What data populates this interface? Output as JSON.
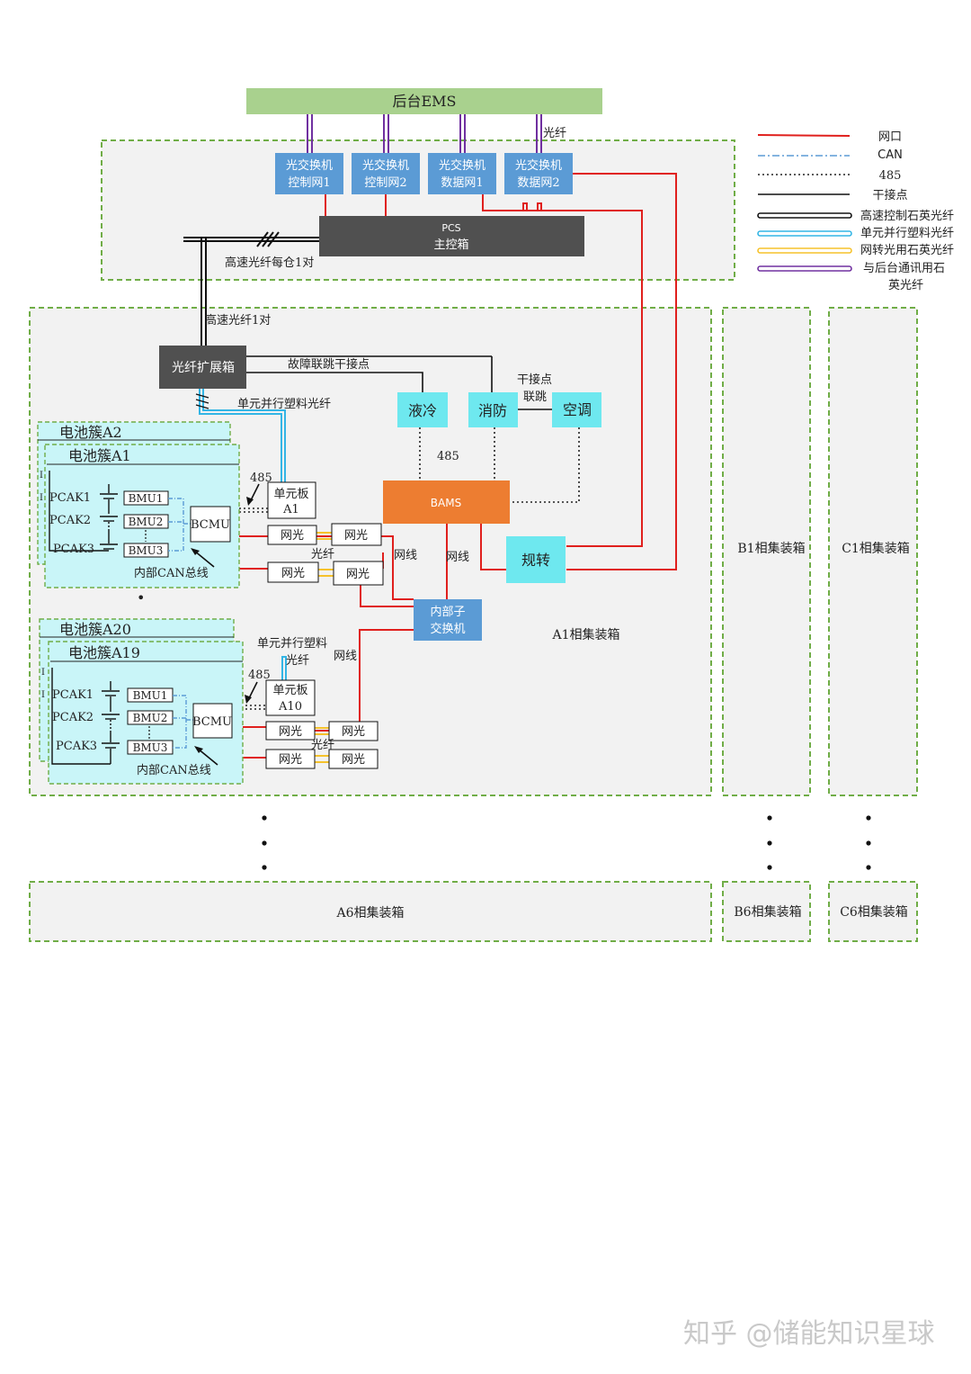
{
  "colors": {
    "ems": "#a9d18e",
    "switch": "#5b9bd5",
    "pcs": "#505050",
    "expander": "#505050",
    "bams": "#ed7d31",
    "device": "#6ee8ef",
    "cluster": "#c9f5f8",
    "container_dash": "#70ad47",
    "container_fill": "#f2f2f2",
    "net": "#e0201d",
    "can": "#5b9bd5",
    "rs485": "#222222",
    "dry": "#111111",
    "fiber_ctrl": "#111111",
    "fiber_unit": "#33b5e5",
    "fiber_net": "#f6c22b",
    "fiber_ems": "#7030a0"
  },
  "ems": {
    "label": "后台EMS"
  },
  "switches": [
    {
      "line1": "光交换机",
      "line2": "控制网1"
    },
    {
      "line1": "光交换机",
      "line2": "控制网2"
    },
    {
      "line1": "光交换机",
      "line2": "数据网1"
    },
    {
      "line1": "光交换机",
      "line2": "数据网2"
    }
  ],
  "pcs": {
    "line1": "PCS",
    "line2": "主控箱"
  },
  "labels": {
    "fiber_top": "光纤",
    "fiber_per_bay": "高速光纤每仓1对",
    "fiber_pair": "高速光纤1对",
    "fault_link": "故障联跳干接点",
    "unit_plastic_fiber": "单元并行塑料光纤",
    "unit_plastic_fiber_2a": "单元并行塑料",
    "unit_plastic_fiber_2b": "光纤",
    "dry_contact_1": "干接点",
    "dry_contact_2": "联跳",
    "rs485_bams": "485",
    "rs485_a1": "485",
    "rs485_a10": "485",
    "netline_1": "网线",
    "netline_2": "网线",
    "netline_3": "网线",
    "fiber_a1": "光纤",
    "fiber_a10": "光纤",
    "dot": "•",
    "edge_char_1": "I",
    "edge_char_2": "I",
    "edge_char_3": "I",
    "edge_char_4": "I"
  },
  "devices": {
    "expander": "光纤扩展箱",
    "liquid_cooling": "液冷",
    "fire": "消防",
    "ac": "空调",
    "bams": "BAMS",
    "converter": "规转",
    "inner_switch_1": "内部子",
    "inner_switch_2": "交换机"
  },
  "cluster_a": {
    "back_title": "电池簇A2",
    "title": "电池簇A1",
    "packs": [
      "PCAK1",
      "PCAK2",
      "PCAK3"
    ],
    "bmus": [
      "BMU1",
      "BMU2",
      "BMU3"
    ],
    "bcmu": "BCMU",
    "can_bus": "内部CAN总线",
    "unit_board_1": "单元板",
    "unit_board_2": "A1",
    "net_optic": "网光"
  },
  "cluster_b": {
    "back_title": "电池簇A20",
    "title": "电池簇A19",
    "packs": [
      "PCAK1",
      "PCAK2",
      "PCAK3"
    ],
    "bmus": [
      "BMU1",
      "BMU2",
      "BMU3"
    ],
    "bcmu": "BCMU",
    "can_bus": "内部CAN总线",
    "unit_board_1": "单元板",
    "unit_board_2": "A10",
    "net_optic": "网光"
  },
  "containers": {
    "a1": "A1相集装箱",
    "b1": "B1相集装箱",
    "c1": "C1相集装箱",
    "a6": "A6相集装箱",
    "b6": "B6相集装箱",
    "c6": "C6相集装箱"
  },
  "legend": [
    {
      "label": "网口",
      "style": "net"
    },
    {
      "label": "CAN",
      "style": "can"
    },
    {
      "label": "485",
      "style": "rs485"
    },
    {
      "label": "干接点",
      "style": "dry"
    },
    {
      "label": "高速控制石英光纤",
      "style": "fiber_ctrl"
    },
    {
      "label": "单元并行塑料光纤",
      "style": "fiber_unit"
    },
    {
      "label": "网转光用石英光纤",
      "style": "fiber_net"
    },
    {
      "label": "与后台通讯用石",
      "label2": "英光纤",
      "style": "fiber_ems"
    }
  ],
  "watermark": "知乎 @储能知识星球"
}
